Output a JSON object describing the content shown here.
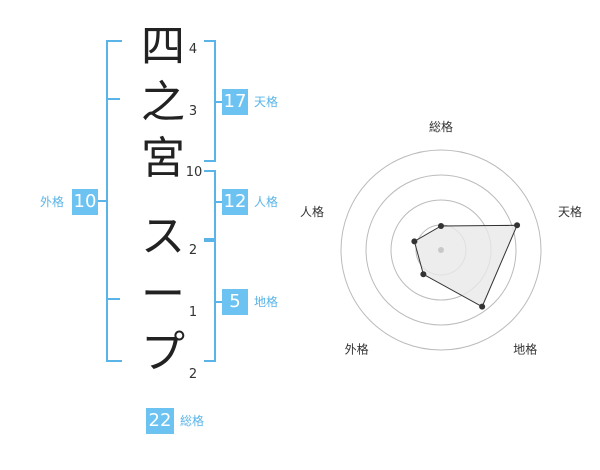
{
  "name": {
    "characters": [
      {
        "char": "四",
        "strokes": "4"
      },
      {
        "char": "之",
        "strokes": "3"
      },
      {
        "char": "宮",
        "strokes": "10"
      },
      {
        "char": "ス",
        "strokes": "2"
      },
      {
        "char": "ー",
        "strokes": "1"
      },
      {
        "char": "プ",
        "strokes": "2"
      }
    ]
  },
  "fortune": {
    "tenkaku": {
      "value": "17",
      "label": "天格"
    },
    "jinkaku": {
      "value": "12",
      "label": "人格"
    },
    "chikaku": {
      "value": "5",
      "label": "地格"
    },
    "gaikaku": {
      "value": "10",
      "label": "外格"
    },
    "soukaku": {
      "value": "22",
      "label": "総格"
    }
  },
  "radar": {
    "axes": [
      "総格",
      "天格",
      "地格",
      "外格",
      "人格"
    ],
    "levels": 4,
    "values": [
      1.2,
      4.0,
      3.5,
      1.5,
      1.4
    ],
    "max": 5,
    "colors": {
      "ring": "#bbbbbb",
      "fill": "#e8e8e8",
      "line": "#333333",
      "point": "#333333",
      "center": "#c8c8c8"
    }
  }
}
